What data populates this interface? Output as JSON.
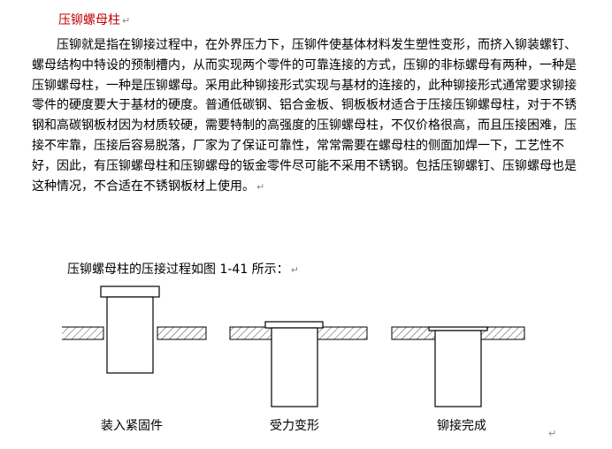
{
  "title": "压铆螺母柱",
  "return_mark": "↵",
  "paragraph": "压铆就是指在铆接过程中，在外界压力下，压铆件使基体材料发生塑性变形，而挤入铆装螺钉、螺母结构中特设的预制槽内，从而实现两个零件的可靠连接的方式，压铆的非标螺母有两种，一种是压铆螺母柱，一种是压铆螺母。采用此种铆接形式实现与基材的连接的，此种铆接形式通常要求铆接零件的硬度要大于基材的硬度。普通低碳钢、铝合金板、铜板板材适合于压接压铆螺母柱，对于不锈钢和高碳钢板材因为材质较硬，需要特制的高强度的压铆螺母柱，不仅价格很高，而且压接困难，压接不牢靠，压接后容易脱落，厂家为了保证可靠性，常常需要在螺母柱的侧面加焊一下，工艺性不好，因此，有压铆螺母柱和压铆螺母的钣金零件尽可能不采用不锈钢。包括压铆螺钉、压铆螺母也是这种情况，不合适在不锈钢板材上使用。",
  "caption": "压铆螺母柱的压接过程如图 1-41 所示：",
  "figure": {
    "steps": [
      "装入紧固件",
      "受力变形",
      "铆接完成"
    ]
  }
}
